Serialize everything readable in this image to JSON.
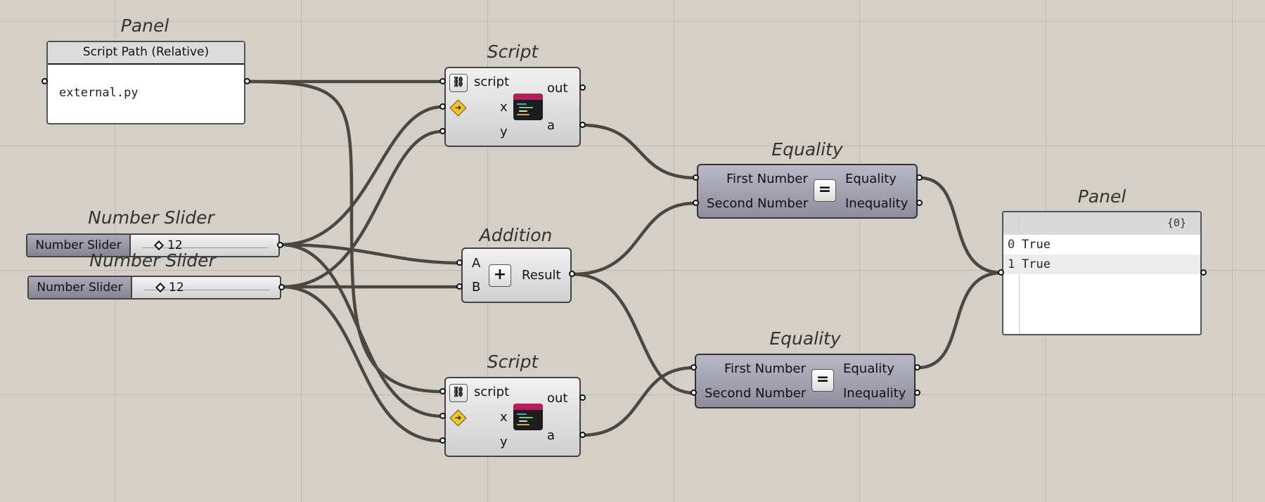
{
  "canvas": {
    "background": "#d4d0c8",
    "wire_color": "#4a4744"
  },
  "path_panel": {
    "title": "Panel",
    "header": "Script Path (Relative)",
    "text": "external.py"
  },
  "script_top": {
    "title": "Script",
    "inputs": [
      "script",
      "x",
      "y"
    ],
    "outputs": [
      "out",
      "a"
    ],
    "icon": "code-editor-icon"
  },
  "script_bottom": {
    "title": "Script",
    "inputs": [
      "script",
      "x",
      "y"
    ],
    "outputs": [
      "out",
      "a"
    ],
    "icon": "code-editor-icon"
  },
  "slider_a": {
    "title": "Number Slider",
    "label": "Number Slider",
    "value": "12"
  },
  "slider_b": {
    "title": "Number Slider",
    "label": "Number Slider",
    "value": "12"
  },
  "addition": {
    "title": "Addition",
    "inputs": [
      "A",
      "B"
    ],
    "operator": "+",
    "output": "Result"
  },
  "equality_top": {
    "title": "Equality",
    "inputs": [
      "First Number",
      "Second Number"
    ],
    "operator": "=",
    "outputs": [
      "Equality",
      "Inequality"
    ]
  },
  "equality_bottom": {
    "title": "Equality",
    "inputs": [
      "First Number",
      "Second Number"
    ],
    "operator": "=",
    "outputs": [
      "Equality",
      "Inequality"
    ]
  },
  "result_panel": {
    "title": "Panel",
    "path": "{0}",
    "rows": [
      {
        "index": "0",
        "value": "True"
      },
      {
        "index": "1",
        "value": "True"
      }
    ]
  }
}
